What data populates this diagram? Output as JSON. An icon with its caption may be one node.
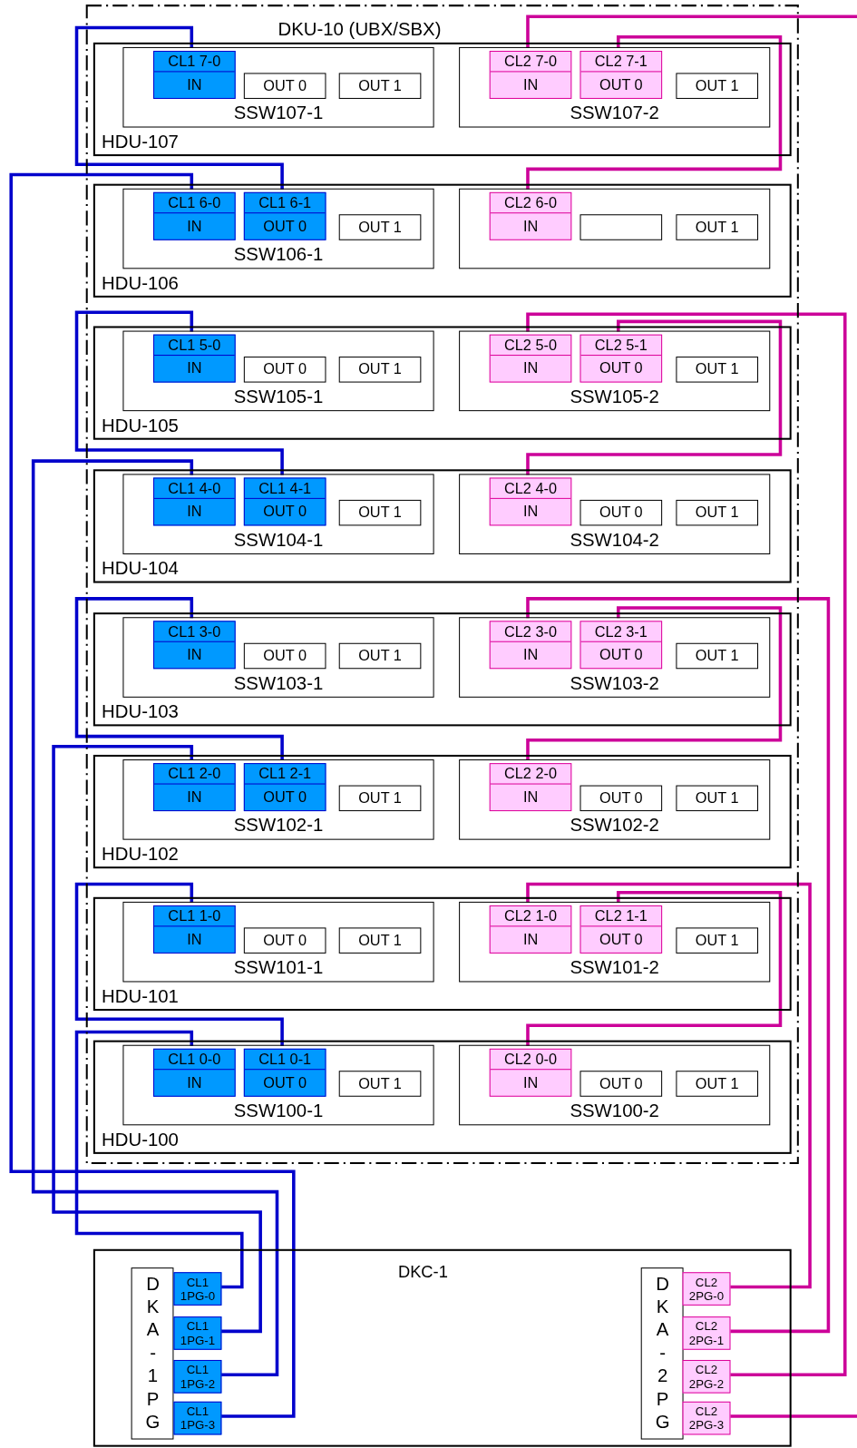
{
  "diagram": {
    "nodes": [
      {
        "text": [
          "DKU-10 (UBX/SBX)"
        ]
      },
      {
        "text": [
          "HDU-107"
        ],
        "in": 0
      },
      {
        "text": [
          "SSW107-1"
        ],
        "in": 1
      },
      {
        "text": [
          "CL1 7-0",
          "IN"
        ],
        "in": 2
      },
      {
        "text": [
          "OUT 0"
        ],
        "in": 2
      },
      {
        "text": [
          "OUT 1"
        ],
        "in": 2
      },
      {
        "text": [
          "SSW107-2"
        ],
        "in": 1
      },
      {
        "text": [
          "CL2 7-0",
          "IN"
        ],
        "in": 6
      },
      {
        "text": [
          "CL2 7-1",
          "OUT 0"
        ],
        "in": 6
      },
      {
        "text": [
          "OUT 1"
        ],
        "in": 6
      },
      {
        "text": [
          "HDU-106"
        ],
        "in": 0
      },
      {
        "text": [
          "SSW106-1"
        ],
        "in": 10
      },
      {
        "text": [
          "CL1 6-0",
          "IN"
        ],
        "in": 11
      },
      {
        "text": [
          "CL1 6-1",
          "OUT 0"
        ],
        "in": 11
      },
      {
        "text": [
          "OUT 1"
        ],
        "in": 11
      },
      {
        "text": [],
        "shape": "box",
        "in": 10
      },
      {
        "text": [
          "CL2 6-0",
          "IN"
        ],
        "in": 15
      },
      {
        "text": [],
        "shape": "box",
        "in": 15
      },
      {
        "text": [
          "OUT 1"
        ],
        "in": 15
      },
      {
        "text": [
          "HDU-105"
        ],
        "in": 0
      },
      {
        "text": [
          "SSW105-1"
        ],
        "in": 19
      },
      {
        "text": [
          "CL1 5-0",
          "IN"
        ],
        "in": 20
      },
      {
        "text": [
          "OUT 0"
        ],
        "in": 20
      },
      {
        "text": [
          "OUT 1"
        ],
        "in": 20
      },
      {
        "text": [
          "SSW105-2"
        ],
        "in": 19
      },
      {
        "text": [
          "CL2 5-0",
          "IN"
        ],
        "in": 24
      },
      {
        "text": [
          "CL2 5-1",
          "OUT 0"
        ],
        "in": 24
      },
      {
        "text": [
          "OUT 1"
        ],
        "in": 24
      },
      {
        "text": [
          "HDU-104"
        ],
        "in": 0
      },
      {
        "text": [
          "SSW104-1"
        ],
        "in": 28
      },
      {
        "text": [
          "CL1 4-0",
          "IN"
        ],
        "in": 29
      },
      {
        "text": [
          "CL1 4-1",
          "OUT 0"
        ],
        "in": 29
      },
      {
        "text": [
          "OUT 1"
        ],
        "in": 29
      },
      {
        "text": [
          "SSW104-2"
        ],
        "in": 28
      },
      {
        "text": [
          "CL2 4-0",
          "IN"
        ],
        "in": 33
      },
      {
        "text": [
          "OUT 0"
        ],
        "in": 33
      },
      {
        "text": [
          "OUT 1"
        ],
        "in": 33
      },
      {
        "text": [
          "HDU-103"
        ],
        "in": 0
      },
      {
        "text": [
          "SSW103-1"
        ],
        "in": 37
      },
      {
        "text": [
          "CL1 3-0",
          "IN"
        ],
        "in": 38
      },
      {
        "text": [
          "OUT 0"
        ],
        "in": 38
      },
      {
        "text": [
          "OUT 1"
        ],
        "in": 38
      },
      {
        "text": [
          "SSW103-2"
        ],
        "in": 37
      },
      {
        "text": [
          "CL2 3-0",
          "IN"
        ],
        "in": 42
      },
      {
        "text": [
          "CL2 3-1",
          "OUT 0"
        ],
        "in": 42
      },
      {
        "text": [
          "OUT 1"
        ],
        "in": 42
      },
      {
        "text": [
          "HDU-102"
        ],
        "in": 0
      },
      {
        "text": [
          "SSW102-1"
        ],
        "in": 46
      },
      {
        "text": [
          "CL1 2-0",
          "IN"
        ],
        "in": 47
      },
      {
        "text": [
          "CL1 2-1",
          "OUT 0"
        ],
        "in": 47
      },
      {
        "text": [
          "OUT 1"
        ],
        "in": 47
      },
      {
        "text": [
          "SSW102-2"
        ],
        "in": 46
      },
      {
        "text": [
          "CL2 2-0",
          "IN"
        ],
        "in": 51
      },
      {
        "text": [
          "OUT 0"
        ],
        "in": 51
      },
      {
        "text": [
          "OUT 1"
        ],
        "in": 51
      },
      {
        "text": [
          "HDU-101"
        ],
        "in": 0
      },
      {
        "text": [
          "SSW101-1"
        ],
        "in": 55
      },
      {
        "text": [
          "CL1 1-0",
          "IN"
        ],
        "in": 56
      },
      {
        "text": [
          "OUT 0"
        ],
        "in": 56
      },
      {
        "text": [
          "OUT 1"
        ],
        "in": 56
      },
      {
        "text": [
          "SSW101-2"
        ],
        "in": 55
      },
      {
        "text": [
          "CL2 1-0",
          "IN"
        ],
        "in": 60
      },
      {
        "text": [
          "CL2 1-1",
          "OUT 0"
        ],
        "in": 60
      },
      {
        "text": [
          "OUT 1"
        ],
        "in": 60
      },
      {
        "text": [
          "HDU-100"
        ],
        "in": 0
      },
      {
        "text": [
          "SSW100-1"
        ],
        "in": 64
      },
      {
        "text": [
          "CL1 0-0",
          "IN"
        ],
        "in": 65
      },
      {
        "text": [
          "CL1 0-1",
          "OUT 0"
        ],
        "in": 65
      },
      {
        "text": [
          "OUT 1"
        ],
        "in": 65
      },
      {
        "text": [
          "SSW100-2"
        ],
        "in": 64
      },
      {
        "text": [
          "CL2 0-0",
          "IN"
        ],
        "in": 69
      },
      {
        "text": [
          "OUT 0"
        ],
        "in": 69
      },
      {
        "text": [
          "OUT 1"
        ],
        "in": 69
      },
      {
        "text": [
          "DKC-1"
        ]
      },
      {
        "text": [
          "DKA-1PG"
        ],
        "in": 73
      },
      {
        "text": [
          "CL1 1PG-0"
        ],
        "in": 73
      },
      {
        "text": [
          "CL1 1PG-1"
        ],
        "in": 73
      },
      {
        "text": [
          "CL1 1PG-2"
        ],
        "in": 73
      },
      {
        "text": [
          "CL1 1PG-3"
        ],
        "in": 73
      },
      {
        "text": [
          "DKA-2PG"
        ],
        "in": 73
      },
      {
        "text": [
          "CL2 2PG-0"
        ],
        "in": 73
      },
      {
        "text": [
          "CL2 2PG-1"
        ],
        "in": 73
      },
      {
        "text": [
          "CL2 2PG-2"
        ],
        "in": 73
      },
      {
        "text": [
          "CL2 2PG-3"
        ],
        "in": 73
      }
    ],
    "edges": [
      {
        "from": 3,
        "to": 13,
        "arrow": "none",
        "color": "#0000cc"
      },
      {
        "from": 12,
        "to": 78,
        "arrow": "none",
        "color": "#0000cc"
      },
      {
        "from": 21,
        "to": 31,
        "arrow": "none",
        "color": "#0000cc"
      },
      {
        "from": 30,
        "to": 77,
        "arrow": "none",
        "color": "#0000cc"
      },
      {
        "from": 39,
        "to": 49,
        "arrow": "none",
        "color": "#0000cc"
      },
      {
        "from": 48,
        "to": 76,
        "arrow": "none",
        "color": "#0000cc"
      },
      {
        "from": 57,
        "to": 67,
        "arrow": "none",
        "color": "#0000cc"
      },
      {
        "from": 66,
        "to": 75,
        "arrow": "none",
        "color": "#0000cc"
      },
      {
        "from": 7,
        "to": null,
        "arrow": "none"
      },
      {
        "from": 8,
        "to": 16,
        "arrow": "none"
      },
      {
        "from": 25,
        "to": 82,
        "arrow": "none"
      },
      {
        "from": 26,
        "to": 34,
        "arrow": "none"
      },
      {
        "from": 43,
        "to": 81,
        "arrow": "none"
      },
      {
        "from": 44,
        "to": 52,
        "arrow": "none"
      },
      {
        "from": 61,
        "to": 80,
        "arrow": "none"
      },
      {
        "from": 62,
        "to": 70,
        "arrow": "none"
      },
      {
        "from": 83,
        "to": null,
        "arrow": "none"
      }
    ]
  }
}
